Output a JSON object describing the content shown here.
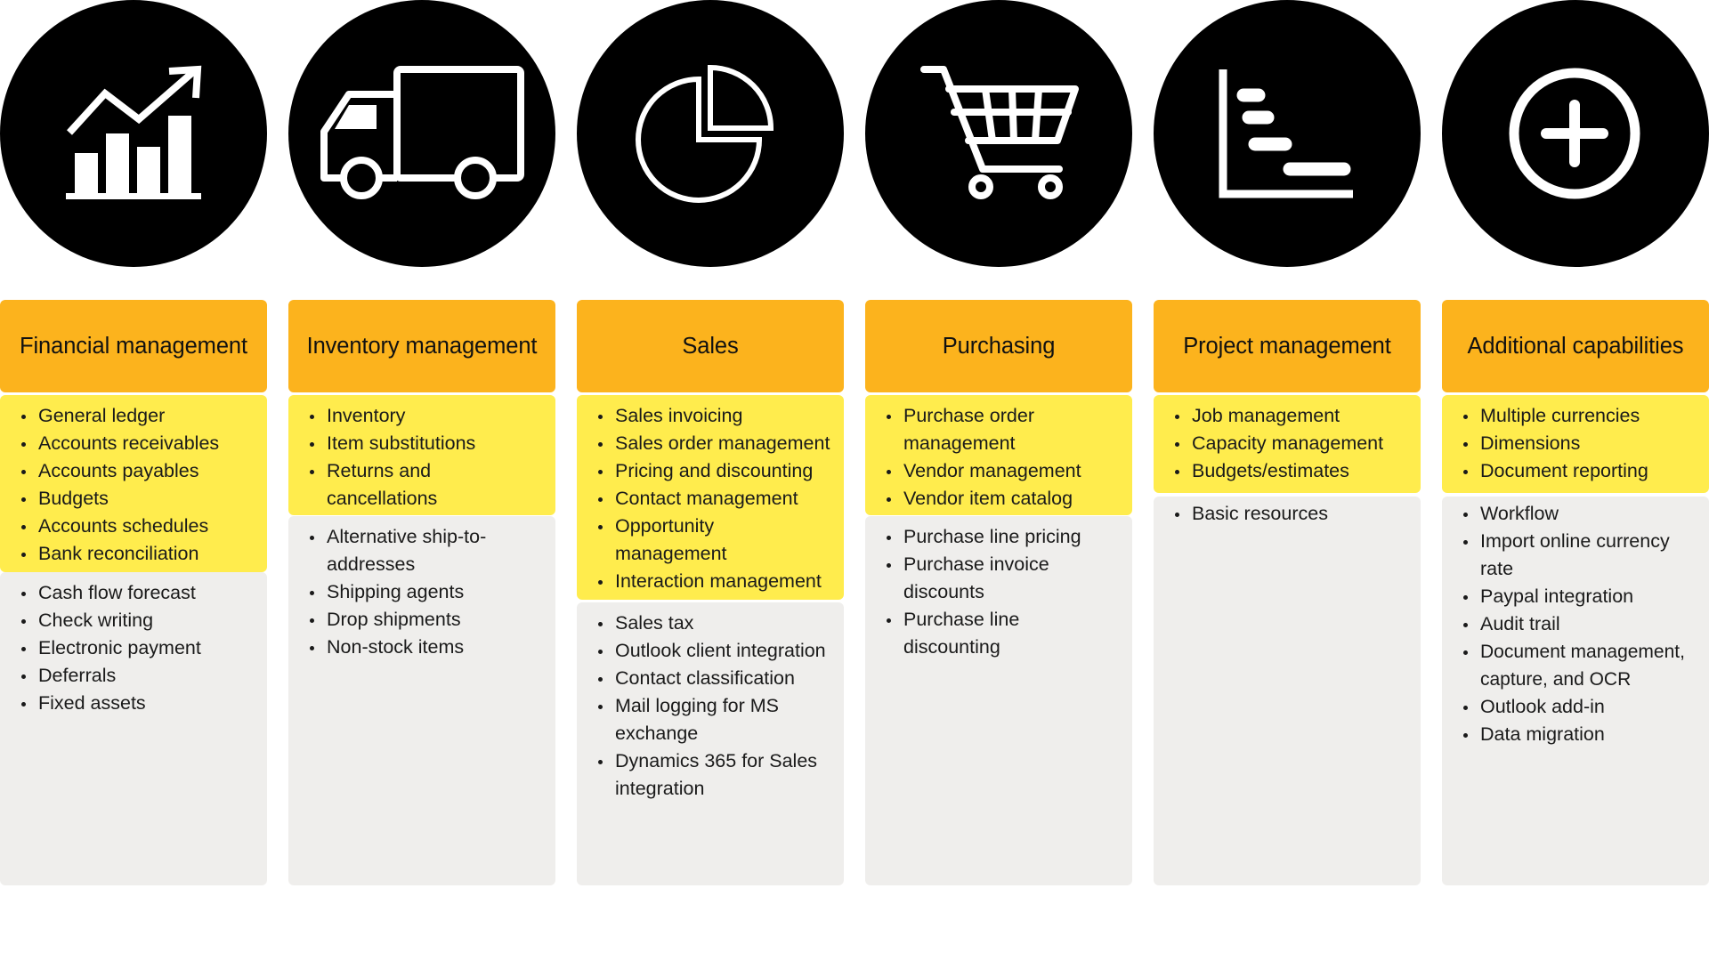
{
  "colors": {
    "circle": "#000000",
    "icon_stroke": "#ffffff",
    "header_bg": "#FCB31D",
    "core_bg": "#FFEC4D",
    "extra_bg": "#EFEEEC"
  },
  "columns": [
    {
      "icon": "growth-chart-icon",
      "title": "Financial management",
      "core_items": [
        "General ledger",
        "Accounts receivables",
        "Accounts payables",
        "Budgets",
        "Accounts schedules",
        "Bank reconciliation"
      ],
      "extra_items": [
        "Cash flow forecast",
        "Check writing",
        "Electronic payment",
        "Deferrals",
        "Fixed assets"
      ]
    },
    {
      "icon": "delivery-truck-icon",
      "title": "Inventory management",
      "core_items": [
        "Inventory",
        "Item substitutions",
        "Returns and cancellations"
      ],
      "extra_items": [
        "Alternative ship-to-addresses",
        "Shipping agents",
        "Drop shipments",
        "Non-stock items"
      ]
    },
    {
      "icon": "pie-chart-icon",
      "title": "Sales",
      "core_items": [
        "Sales invoicing",
        "Sales order management",
        "Pricing and discounting",
        "Contact management",
        "Opportunity management",
        "Interaction management"
      ],
      "extra_items": [
        "Sales tax",
        "Outlook client integration",
        "Contact classification",
        "Mail logging for MS exchange",
        "Dynamics 365 for Sales integration"
      ]
    },
    {
      "icon": "shopping-cart-icon",
      "title": "Purchasing",
      "core_items": [
        "Purchase order management",
        "Vendor management",
        "Vendor item catalog"
      ],
      "extra_items": [
        "Purchase line pricing",
        "Purchase invoice discounts",
        "Purchase line discounting"
      ]
    },
    {
      "icon": "gantt-chart-icon",
      "title": "Project management",
      "core_items": [
        "Job management",
        "Capacity management",
        "Budgets/estimates"
      ],
      "extra_items": [
        "Basic resources"
      ]
    },
    {
      "icon": "plus-circle-icon",
      "title": "Additional capabilities",
      "core_items": [
        "Multiple currencies",
        "Dimensions",
        "Document reporting"
      ],
      "extra_items": [
        "Workflow",
        "Import online currency rate",
        "Paypal integration",
        "Audit trail",
        "Document management, capture, and OCR",
        "Outlook add-in",
        "Data migration"
      ]
    }
  ]
}
